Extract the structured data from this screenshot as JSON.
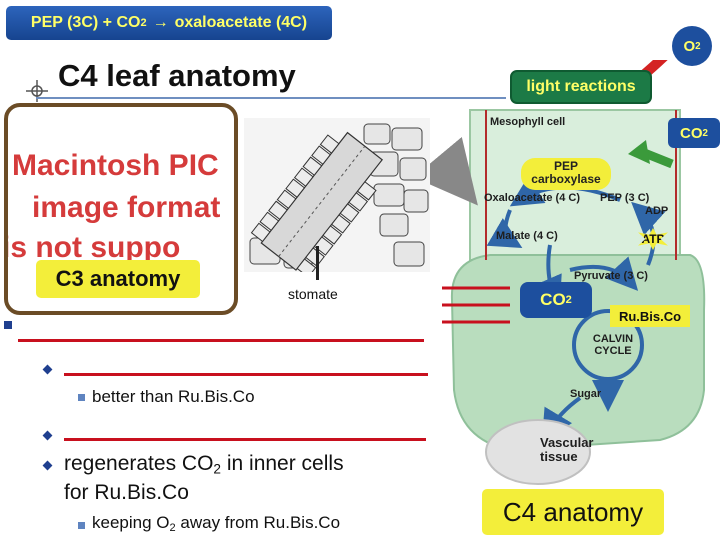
{
  "header": {
    "equation_part1": "PEP (3C) + CO",
    "equation_sub": "2",
    "equation_arrow": "→",
    "equation_part2": "oxaloacetate (4C)"
  },
  "title": "C4 leaf anatomy",
  "pict_placeholder": {
    "line1": "Macintosh PIC",
    "line2": "image format",
    "line3": "is not suppo"
  },
  "c3_label": "C3 anatomy",
  "stomate_label": "stomate",
  "bullets": {
    "sub_better": "better than Ru.Bis.Co",
    "regen_line1a": "regenerates CO",
    "regen_sub": "2",
    "regen_line1b": " in inner cells",
    "regen_line2": "for Ru.Bis.Co",
    "keep_a": "keeping O",
    "keep_sub": "2",
    "keep_b": " away from Ru.Bis.Co"
  },
  "diagram": {
    "light_reactions": "light reactions",
    "o2": "O",
    "o2_sub": "2",
    "co2_top": "CO",
    "co2_top_sub": "2",
    "mesophyll": "Mesophyll cell",
    "pep_carboxylase": "PEP carboxylase",
    "oxaloacetate": "Oxaloacetate (4 C)",
    "pep3c": "PEP (3 C)",
    "adp": "ADP",
    "malate": "Malate (4 C)",
    "atp": "ATP",
    "pyruvate": "Pyruvate (3 C)",
    "co2_mid": "CO",
    "co2_mid_sub": "2",
    "rubisco": "Ru.Bis.Co",
    "calvin": "CALVIN CYCLE",
    "sugar": "Sugar",
    "vascular": "Vascular tissue",
    "c4_label": "C4 anatomy"
  },
  "colors": {
    "banner": "#1f4f9f",
    "banner_text": "#ffff66",
    "blank_line": "#c8101e",
    "bullet": "#1f3f8f",
    "highlight": "#f3ee3a",
    "green_box": "#1c7a46",
    "bundle_sheath": "#b9ddbe",
    "cycle_arrow": "#2f66a8"
  },
  "icons": {
    "o2_arrow": "red-curved-arrow",
    "co2_arrow": "green-arrow",
    "pointer_arrow": "gray-curved-arrow"
  }
}
